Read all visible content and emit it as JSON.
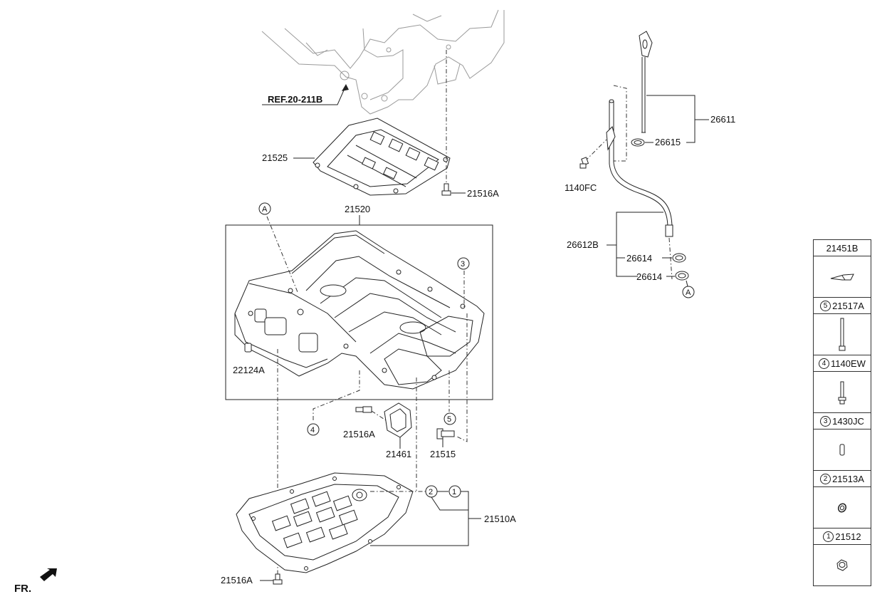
{
  "labels": {
    "ref": "REF.20-211B",
    "p21525": "21525",
    "p21516A_top": "21516A",
    "p21520": "21520",
    "p22124A": "22124A",
    "p21516A_mid": "21516A",
    "p21461": "21461",
    "p21515": "21515",
    "p21510A": "21510A",
    "p21516A_bot": "21516A",
    "p26611": "26611",
    "p26615": "26615",
    "p1140FC": "1140FC",
    "p26612B": "26612B",
    "p26614_a": "26614",
    "p26614_b": "26614",
    "fr": "FR."
  },
  "callouts": {
    "A": "A",
    "c1": "1",
    "c2": "2",
    "c3": "3",
    "c4": "4",
    "c5": "5"
  },
  "legend": [
    {
      "num": "",
      "part": "21451B",
      "icon": "plug-cap-icon"
    },
    {
      "num": "5",
      "part": "21517A",
      "icon": "long-bolt-icon"
    },
    {
      "num": "4",
      "part": "1140EW",
      "icon": "flange-bolt-icon"
    },
    {
      "num": "3",
      "part": "1430JC",
      "icon": "dowel-pin-icon"
    },
    {
      "num": "2",
      "part": "21513A",
      "icon": "gasket-ring-icon"
    },
    {
      "num": "1",
      "part": "21512",
      "icon": "drain-plug-icon"
    }
  ],
  "icons": {
    "fr_arrow": "front-direction-arrow-icon"
  }
}
